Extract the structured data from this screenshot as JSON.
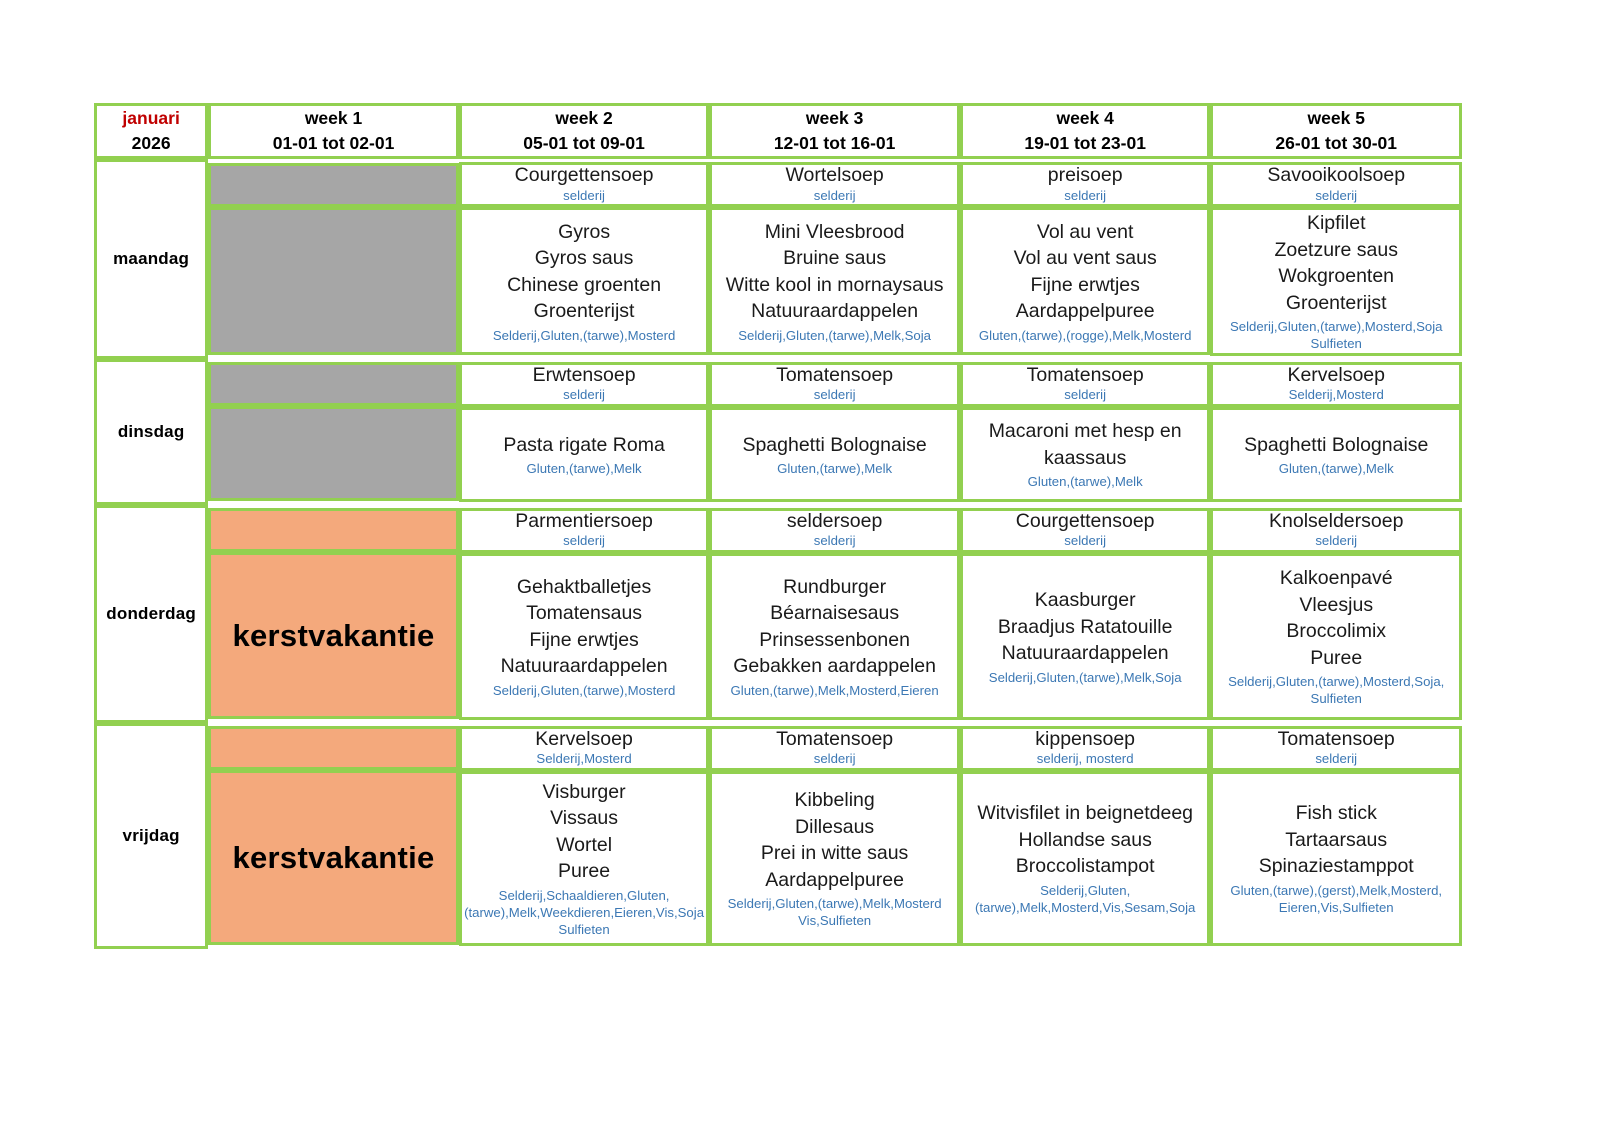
{
  "header": {
    "month": "januari",
    "year": "2026",
    "weeks": [
      {
        "label": "week 1",
        "range": "01-01 tot 02-01"
      },
      {
        "label": "week 2",
        "range": "05-01 tot 09-01"
      },
      {
        "label": "week 3",
        "range": "12-01 tot 16-01"
      },
      {
        "label": "week 4",
        "range": "19-01 tot 23-01"
      },
      {
        "label": "week 5",
        "range": "26-01 tot 30-01"
      }
    ]
  },
  "colors": {
    "grid_green": "#92D050",
    "month_red": "#C00000",
    "allergen_blue": "#3C78B4",
    "blocked_gray": "#A6A6A6",
    "holiday_orange": "#F4A97C"
  },
  "holiday_label": "kerstvakantie",
  "days": [
    {
      "name": "maandag",
      "week1": {
        "state": "blocked"
      },
      "week2": {
        "soup": "Courgettensoep",
        "soup_allergens": "selderij",
        "dishes": [
          "Gyros",
          "Gyros saus",
          "Chinese groenten",
          "Groenterijst"
        ],
        "allergens": "Selderij,Gluten,(tarwe),Mosterd"
      },
      "week3": {
        "soup": "Wortelsoep",
        "soup_allergens": "selderij",
        "dishes": [
          "Mini Vleesbrood",
          "Bruine saus",
          "Witte kool in mornaysaus",
          "Natuuraardappelen"
        ],
        "allergens": "Selderij,Gluten,(tarwe),Melk,Soja"
      },
      "week4": {
        "soup": "preisoep",
        "soup_allergens": "selderij",
        "dishes": [
          "Vol au vent",
          "Vol au vent saus",
          "Fijne erwtjes",
          "Aardappelpuree"
        ],
        "allergens": "Gluten,(tarwe),(rogge),Melk,Mosterd"
      },
      "week5": {
        "soup": "Savooikoolsoep",
        "soup_allergens": "selderij",
        "dishes": [
          "Kipfilet",
          "Zoetzure saus",
          "Wokgroenten",
          "Groenterijst"
        ],
        "allergens": "Selderij,Gluten,(tarwe),Mosterd,Soja Sulfieten"
      }
    },
    {
      "name": "dinsdag",
      "week1": {
        "state": "blocked"
      },
      "week2": {
        "soup": "Erwtensoep",
        "soup_allergens": "selderij",
        "dishes": [
          "Pasta rigate Roma"
        ],
        "allergens": "Gluten,(tarwe),Melk"
      },
      "week3": {
        "soup": "Tomatensoep",
        "soup_allergens": "selderij",
        "dishes": [
          "Spaghetti Bolognaise"
        ],
        "allergens": "Gluten,(tarwe),Melk"
      },
      "week4": {
        "soup": "Tomatensoep",
        "soup_allergens": "selderij",
        "dishes": [
          "Macaroni met hesp en kaassaus"
        ],
        "allergens": "Gluten,(tarwe),Melk"
      },
      "week5": {
        "soup": "Kervelsoep",
        "soup_allergens": "Selderij,Mosterd",
        "dishes": [
          "Spaghetti Bolognaise"
        ],
        "allergens": "Gluten,(tarwe),Melk"
      }
    },
    {
      "name": "donderdag",
      "week1": {
        "state": "holiday"
      },
      "week2": {
        "soup": "Parmentiersoep",
        "soup_allergens": "selderij",
        "dishes": [
          "Gehaktballetjes",
          "Tomatensaus",
          "Fijne erwtjes",
          "Natuuraardappelen"
        ],
        "allergens": "Selderij,Gluten,(tarwe),Mosterd"
      },
      "week3": {
        "soup": "seldersoep",
        "soup_allergens": "selderij",
        "dishes": [
          "Rundburger",
          "Béarnaisesaus",
          "Prinsessenbonen",
          "Gebakken aardappelen"
        ],
        "allergens": "Gluten,(tarwe),Melk,Mosterd,Eieren"
      },
      "week4": {
        "soup": "Courgettensoep",
        "soup_allergens": "selderij",
        "dishes": [
          "Kaasburger",
          "Braadjus Ratatouille",
          "Natuuraardappelen"
        ],
        "allergens": "Selderij,Gluten,(tarwe),Melk,Soja"
      },
      "week5": {
        "soup": "Knolseldersoep",
        "soup_allergens": "selderij",
        "dishes": [
          "Kalkoenpavé",
          "Vleesjus",
          "Broccolimix",
          "Puree"
        ],
        "allergens": "Selderij,Gluten,(tarwe),Mosterd,Soja, Sulfieten"
      }
    },
    {
      "name": "vrijdag",
      "week1": {
        "state": "holiday"
      },
      "week2": {
        "soup": "Kervelsoep",
        "soup_allergens": "Selderij,Mosterd",
        "dishes": [
          "Visburger",
          "Vissaus",
          "Wortel",
          "Puree"
        ],
        "allergens": "Selderij,Schaaldieren,Gluten,(tarwe),Melk,Weekdieren,Eieren,Vis,Soja Sulfieten"
      },
      "week3": {
        "soup": "Tomatensoep",
        "soup_allergens": "selderij",
        "dishes": [
          "Kibbeling",
          "Dillesaus",
          "Prei in witte saus",
          "Aardappelpuree"
        ],
        "allergens": "Selderij,Gluten,(tarwe),Melk,Mosterd Vis,Sulfieten"
      },
      "week4": {
        "soup": "kippensoep",
        "soup_allergens": "selderij, mosterd",
        "dishes": [
          "Witvisfilet in beignetdeeg",
          "Hollandse saus",
          "Broccolistampot"
        ],
        "allergens": "Selderij,Gluten,(tarwe),Melk,Mosterd,Vis,Sesam,Soja"
      },
      "week5": {
        "soup": "Tomatensoep",
        "soup_allergens": "selderij",
        "dishes": [
          "Fish stick",
          "Tartaarsaus",
          "Spinaziestamppot"
        ],
        "allergens": "Gluten,(tarwe),(gerst),Melk,Mosterd, Eieren,Vis,Sulfieten"
      }
    }
  ]
}
